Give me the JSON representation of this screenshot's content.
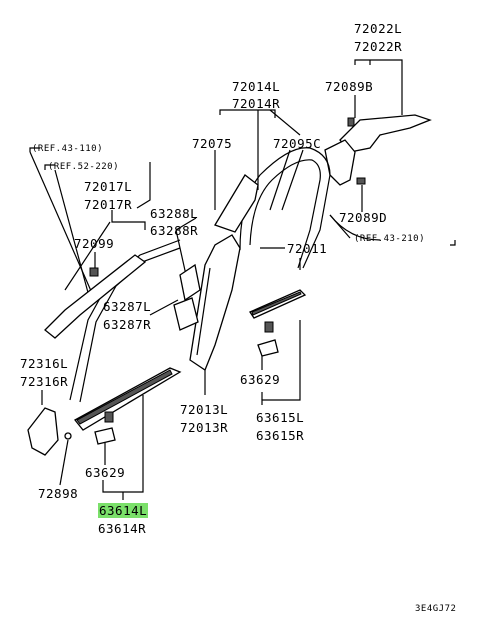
{
  "labels": {
    "p72022": [
      "72022L",
      "72022R"
    ],
    "p72089B": "72089B",
    "p72014": [
      "72014L",
      "72014R"
    ],
    "p72075": "72075",
    "p72095C": "72095C",
    "ref43_110": "(REF.43-110)",
    "ref52_220": "(REF.52-220)",
    "p72017": [
      "72017L",
      "72017R"
    ],
    "p72099": "72099",
    "p63288": [
      "63288L",
      "63288R"
    ],
    "p72089D": "72089D",
    "ref43_210": "(REF.43-210)",
    "p72011": "72011",
    "p63287": [
      "63287L",
      "63287R"
    ],
    "p72316": [
      "72316L",
      "72316R"
    ],
    "p63629_right": "63629",
    "p72013": [
      "72013L",
      "72013R"
    ],
    "p63615": [
      "63615L",
      "63615R"
    ],
    "p72898": "72898",
    "p63629_left": "63629",
    "p63614": [
      "63614L",
      "63614R"
    ],
    "diagram_code": "3E4GJ72"
  },
  "colors": {
    "highlight": "#7be06a"
  }
}
